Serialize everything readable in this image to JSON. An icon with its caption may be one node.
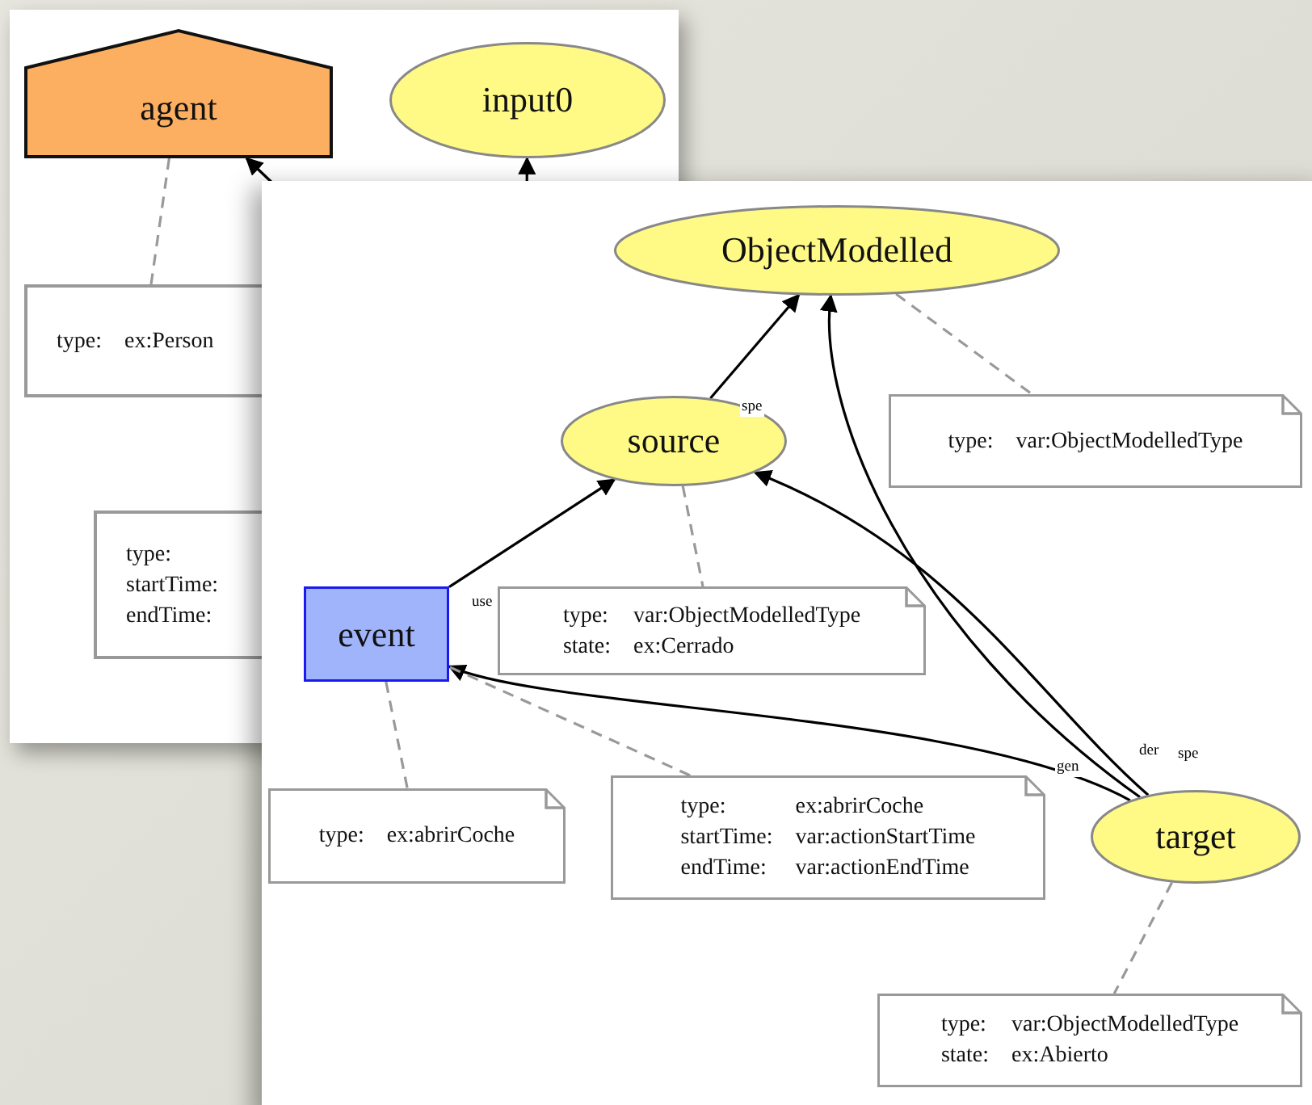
{
  "diagram": {
    "nodes": [
      {
        "text": [
          "agent"
        ]
      },
      {
        "text": [
          "input0"
        ]
      },
      {
        "text": [
          "type:",
          "ex:Person"
        ]
      },
      {
        "text": [
          "type:",
          "startTime:",
          "endTime:"
        ]
      },
      {
        "text": [
          "ObjectModelled"
        ]
      },
      {
        "text": [
          "type:",
          "var:ObjectModelledType"
        ]
      },
      {
        "text": [
          "source"
        ]
      },
      {
        "text": [
          "type:",
          "var:ObjectModelledType",
          "state:",
          "ex:Cerrado"
        ]
      },
      {
        "text": [
          "event"
        ]
      },
      {
        "text": [
          "type:",
          "ex:abrirCoche"
        ]
      },
      {
        "text": [
          "type:",
          "ex:abrirCoche",
          "startTime:",
          "var:actionStartTime",
          "endTime:",
          "var:actionEndTime"
        ]
      },
      {
        "text": [
          "target"
        ]
      },
      {
        "text": [
          "type:",
          "var:ObjectModelledType",
          "state:",
          "ex:Abierto"
        ]
      }
    ],
    "edges": [
      {
        "from": null,
        "to": 0,
        "arrow": "to"
      },
      {
        "from": null,
        "to": 1,
        "arrow": "to"
      },
      {
        "from": 0,
        "to": 2,
        "arrow": "none",
        "style": "dashed",
        "color": "#999999"
      },
      {
        "from": 6,
        "to": 4,
        "arrow": "to",
        "label": "spe"
      },
      {
        "from": 4,
        "to": 5,
        "arrow": "none",
        "style": "dashed",
        "color": "#999999"
      },
      {
        "from": 8,
        "to": 6,
        "arrow": "to",
        "label": "use"
      },
      {
        "from": 6,
        "to": 7,
        "arrow": "none",
        "style": "dashed",
        "color": "#999999"
      },
      {
        "from": 8,
        "to": 9,
        "arrow": "none",
        "style": "dashed",
        "color": "#999999"
      },
      {
        "from": 11,
        "to": 8,
        "arrow": "to",
        "label": "gen"
      },
      {
        "from": 11,
        "to": 6,
        "arrow": "to",
        "label": "der"
      },
      {
        "from": 11,
        "to": 4,
        "arrow": "to",
        "label": "spe"
      },
      {
        "from": 10,
        "to": 8,
        "arrow": "none",
        "style": "dashed",
        "color": "#999999"
      },
      {
        "from": 11,
        "to": 12,
        "arrow": "none",
        "style": "dashed",
        "color": "#999999"
      }
    ]
  }
}
